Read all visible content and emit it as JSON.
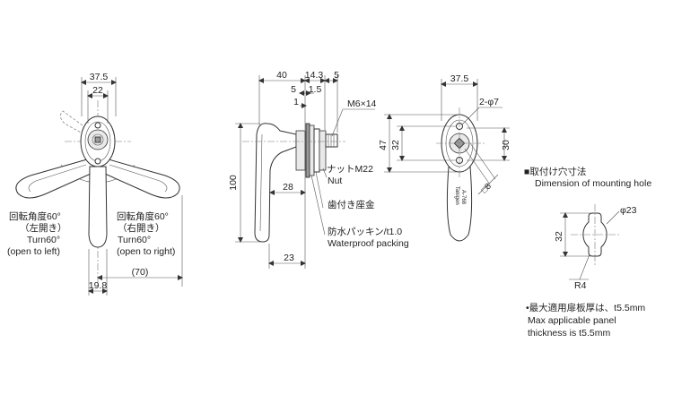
{
  "front_view": {
    "dim_width": "37.5",
    "dim_inner": "22",
    "dim_bottom": "19.8",
    "dim_reach": "(70)",
    "left_turn": {
      "line1": "回転角度60°",
      "line2": "（左開き）",
      "line3": "Turn60°",
      "line4": "(open to left)"
    },
    "right_turn": {
      "line1": "回転角度60°",
      "line2": "（右開き）",
      "line3": "Turn60°",
      "line4": "(open to right)"
    }
  },
  "side_view": {
    "dim_40": "40",
    "dim_14_3": "14.3",
    "dim_5_top": "5",
    "dim_5_mid": "5",
    "dim_1_5": "1.5",
    "dim_1": "1",
    "dim_height": "100",
    "dim_28": "28",
    "dim_23": "23",
    "thread_label": "M6×14",
    "nut_label": "ナットM22",
    "nut_label_en": "Nut",
    "washer_label": "歯付き座金",
    "packing_label": "防水パッキン/t1.0",
    "packing_label_en": "Waterproof packing"
  },
  "back_view": {
    "dim_width": "37.5",
    "dim_holes": "2-φ7",
    "dim_47": "47",
    "dim_32": "32",
    "dim_30": "30",
    "dim_sq8": "□8",
    "brand_text": "Takigen",
    "model_text": "A-768"
  },
  "mounting_hole": {
    "title_jp": "■取付け穴寸法",
    "title_en": "Dimension of mounting hole",
    "dim_diameter": "φ23",
    "dim_32": "32",
    "dim_r4": "R4"
  },
  "note": {
    "line1": "•最大適用扉板厚は、t5.5mm",
    "line2": "Max applicable panel",
    "line3": "thickness is t5.5mm"
  }
}
